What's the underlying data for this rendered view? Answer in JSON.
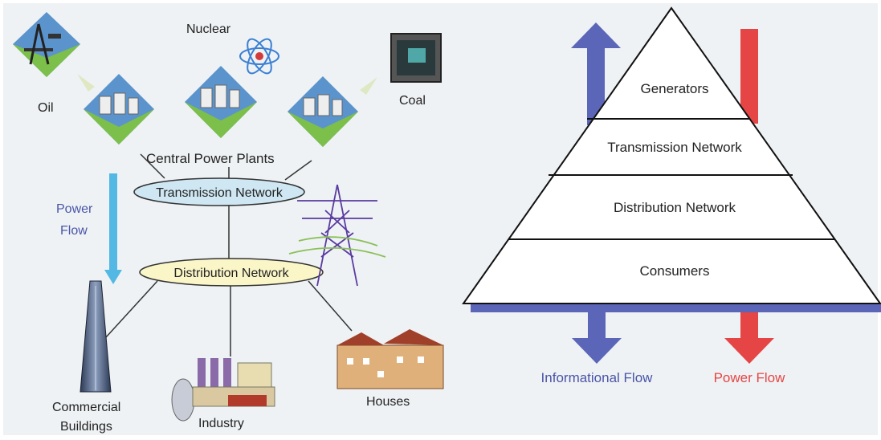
{
  "left_diagram": {
    "sources": {
      "oil": "Oil",
      "nuclear": "Nuclear",
      "coal": "Coal"
    },
    "central_plants": "Central Power Plants",
    "transmission": "Transmission Network",
    "distribution": "Distribution Network",
    "power_flow_line1": "Power",
    "power_flow_line2": "Flow",
    "consumers": {
      "commercial_line1": "Commercial",
      "commercial_line2": "Buildings",
      "industry": "Industry",
      "houses": "Houses"
    }
  },
  "pyramid": {
    "levels": [
      "Generators",
      "Transmission Network",
      "Distribution Network",
      "Consumers"
    ],
    "informational_flow": "Informational Flow",
    "power_flow": "Power Flow"
  },
  "colors": {
    "background": "#eef2f4",
    "informational_blue": "#5b66b8",
    "power_red": "#e54545",
    "power_flow_cyan": "#54b8e4",
    "transmission_fill": "#cfe7f2",
    "distribution_fill": "#fbf6c8"
  }
}
